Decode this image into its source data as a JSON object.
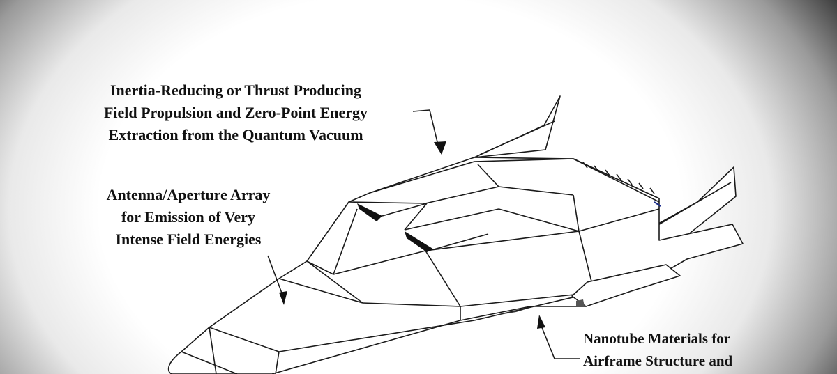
{
  "labels": {
    "propulsion": [
      "Inertia-Reducing or Thrust Producing",
      "Field Propulsion and Zero-Point Energy",
      "Extraction from the Quantum Vacuum"
    ],
    "antenna": [
      "Antenna/Aperture Array",
      "for Emission of Very",
      "Intense Field Energies"
    ],
    "nanotube": [
      "Nanotube Materials for",
      "Airframe Structure and"
    ]
  },
  "colors": {
    "ink": "#111111",
    "vignette": "#3c3c3c",
    "accent_blue": "#1c2e8c"
  }
}
